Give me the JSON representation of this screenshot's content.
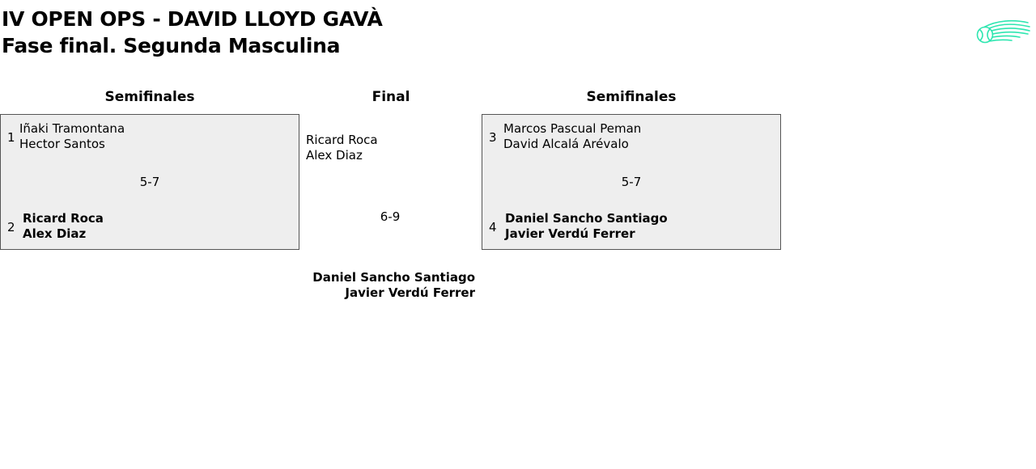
{
  "header": {
    "title_line1": "IV OPEN OPS - DAVID LLOYD GAVÀ",
    "title_line2": "Fase final. Segunda Masculina",
    "logo_icon": "tennis-ball-motion-icon",
    "logo_color": "#2ee6b0"
  },
  "columns": {
    "left": "Semifinales",
    "center": "Final",
    "right": "Semifinales"
  },
  "semifinal_left": {
    "team_top": {
      "seed": "1",
      "players": [
        "Iñaki Tramontana",
        "Hector Santos"
      ],
      "winner": false
    },
    "score": "5-7",
    "team_bottom": {
      "seed": "2",
      "players": [
        "Ricard Roca",
        "Alex Diaz"
      ],
      "winner": true
    }
  },
  "semifinal_right": {
    "team_top": {
      "seed": "3",
      "players": [
        "Marcos Pascual Peman",
        "David Alcalá Arévalo"
      ],
      "winner": false
    },
    "score": "5-7",
    "team_bottom": {
      "seed": "4",
      "players": [
        "Daniel Sancho Santiago",
        "Javier Verdú Ferrer"
      ],
      "winner": true
    }
  },
  "final": {
    "team_top": {
      "players": [
        "Ricard Roca",
        "Alex Diaz"
      ],
      "winner": false
    },
    "score": "6-9",
    "team_bottom": {
      "players": [
        "Daniel Sancho Santiago",
        "Javier Verdú Ferrer"
      ],
      "winner": true
    }
  },
  "colors": {
    "box_background": "#eeeeee",
    "box_border": "#555555"
  }
}
